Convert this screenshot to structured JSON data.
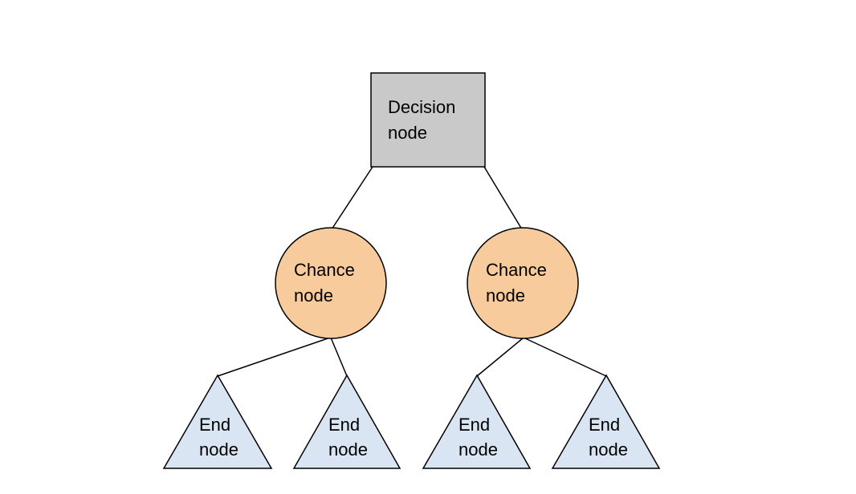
{
  "diagram": {
    "type": "decision-tree",
    "background": "#ffffff",
    "stroke_color": "#000000",
    "nodes": {
      "decision": {
        "label": "Decision node",
        "shape": "square",
        "fill": "#c9c9c9"
      },
      "chance_left": {
        "label": "Chance node",
        "shape": "circle",
        "fill": "#f8cb9d"
      },
      "chance_right": {
        "label": "Chance node",
        "shape": "circle",
        "fill": "#f8cb9d"
      },
      "end_1": {
        "label": "End node",
        "shape": "triangle",
        "fill": "#d9e5f3"
      },
      "end_2": {
        "label": "End node",
        "shape": "triangle",
        "fill": "#d9e5f3"
      },
      "end_3": {
        "label": "End node",
        "shape": "triangle",
        "fill": "#d9e5f3"
      },
      "end_4": {
        "label": "End node",
        "shape": "triangle",
        "fill": "#d9e5f3"
      }
    },
    "edges": [
      {
        "from": "decision",
        "to": "chance_left"
      },
      {
        "from": "decision",
        "to": "chance_right"
      },
      {
        "from": "chance_left",
        "to": "end_1"
      },
      {
        "from": "chance_left",
        "to": "end_2"
      },
      {
        "from": "chance_right",
        "to": "end_3"
      },
      {
        "from": "chance_right",
        "to": "end_4"
      }
    ]
  }
}
